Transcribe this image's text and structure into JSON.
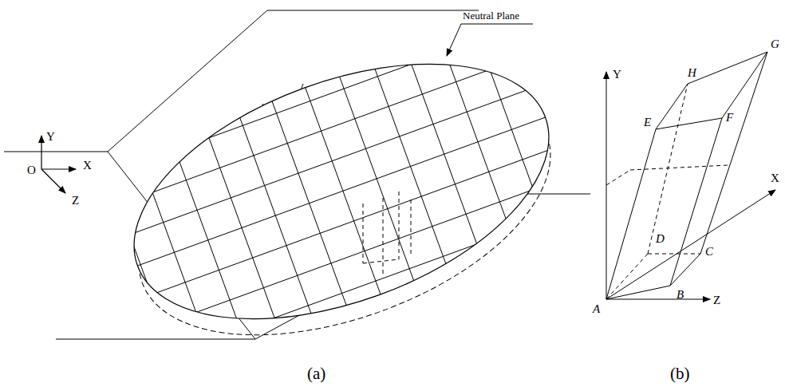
{
  "diagram": {
    "labels": [
      "Neutral Plane",
      "Y",
      "O",
      "X",
      "Z",
      "(a)",
      "H",
      "G",
      "Y",
      "E",
      "F",
      "X",
      "D",
      "C",
      "B",
      "Z",
      "A",
      "(b)"
    ]
  }
}
